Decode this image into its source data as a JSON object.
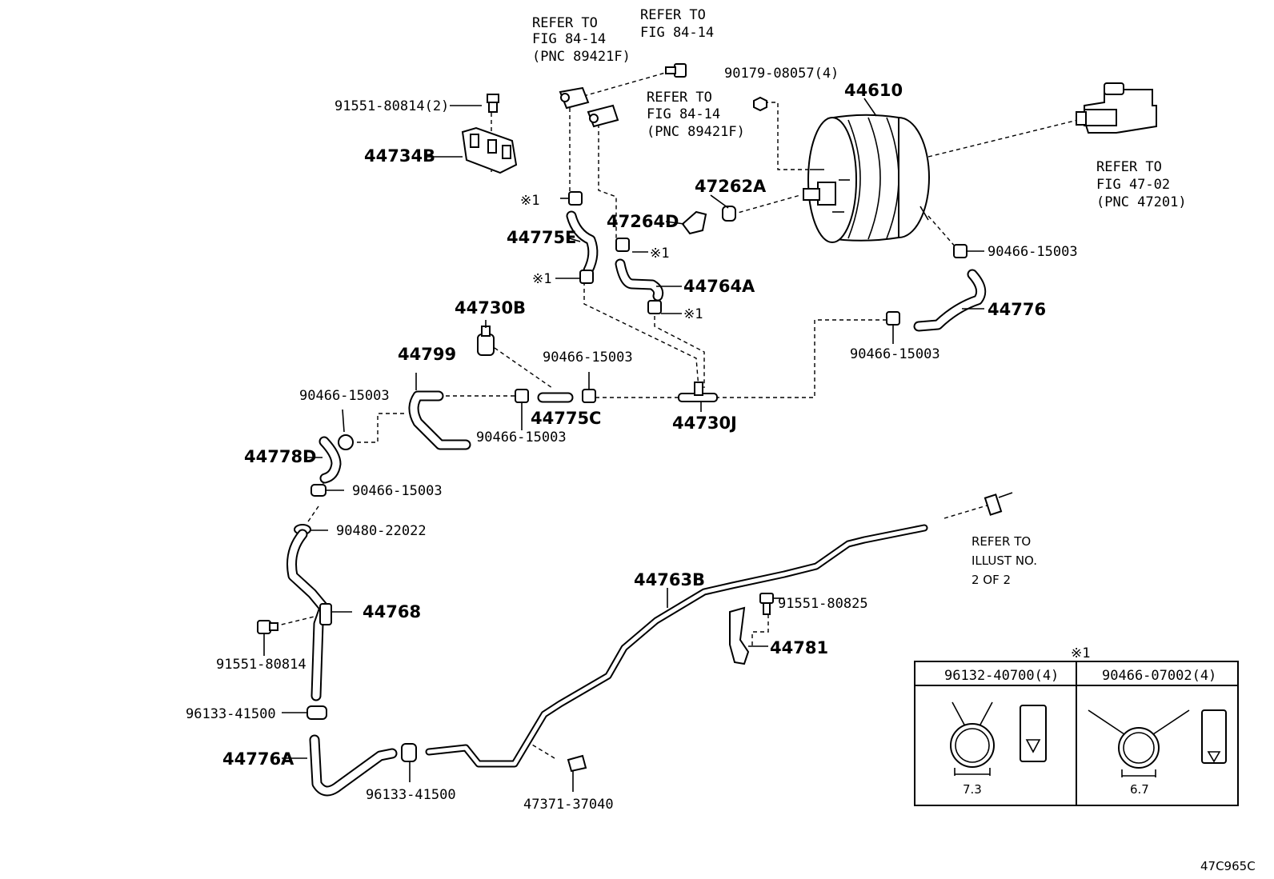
{
  "labels": {
    "refer_8414_a": [
      "REFER TO",
      "FIG 84-14",
      "(PNC 89421F)"
    ],
    "refer_8414_b": [
      "REFER TO",
      "FIG 84-14"
    ],
    "refer_8414_c": [
      "REFER TO",
      "FIG 84-14",
      "(PNC 89421F)"
    ],
    "refer_4702": [
      "REFER TO",
      "FIG 47-02",
      "(PNC 47201)"
    ],
    "refer_illust": [
      "REFER TO",
      "ILLUST NO.",
      "2 OF 2"
    ],
    "p91551_80814_2": "91551-80814(2)",
    "p44734B": "44734B",
    "p90179": "90179-08057(4)",
    "p44610": "44610",
    "p47262A": "47262A",
    "p47264D": "47264D",
    "p44775E": "44775E",
    "p44764A": "44764A",
    "p90466_a": "90466-15003",
    "p44776": "44776",
    "p90466_b": "90466-15003",
    "p44730B": "44730B",
    "p44799": "44799",
    "p90466_c": "90466-15003",
    "p90466_d": "90466-15003",
    "p44775C": "44775C",
    "p90466_e": "90466-15003",
    "p44730J": "44730J",
    "p44778D": "44778D",
    "p90466_f": "90466-15003",
    "p90480": "90480-22022",
    "p44768": "44768",
    "p91551_80814": "91551-80814",
    "p44763B": "44763B",
    "p91551_80825": "91551-80825",
    "p44781": "44781",
    "p96133_a": "96133-41500",
    "p44776A": "44776A",
    "p96133_b": "96133-41500",
    "p47371": "47371-37040",
    "mark1_a": "※1",
    "mark1_b": "※1",
    "mark1_c": "※1",
    "mark1_d": "※1",
    "mark1_table": "※1",
    "table_col1": "96132-40700(4)",
    "table_col2": "90466-07002(4)",
    "dim1": "7.3",
    "dim2": "6.7",
    "code": "47C965C"
  }
}
